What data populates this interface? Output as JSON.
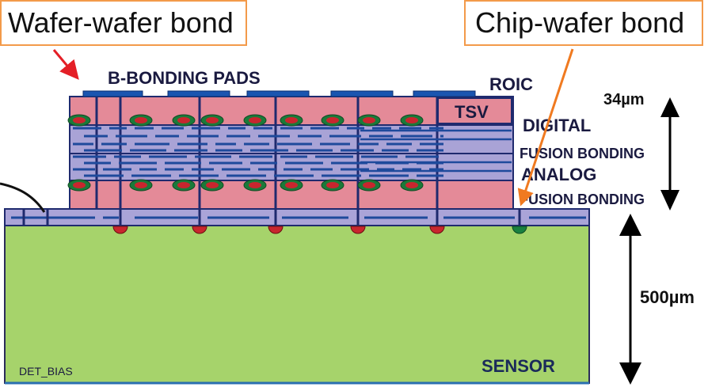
{
  "callouts": {
    "left": "Wafer-wafer bond",
    "right": "Chip-wafer bond"
  },
  "labels": {
    "bonding_pads": "B-BONDING PADS",
    "roic": "ROIC",
    "tsv": "TSV",
    "digital": "DIGITAL",
    "fusion_bonding_top": "FUSION BONDING",
    "analog": "ANALOG",
    "fusion_bonding_bottom": "FUSION BONDING",
    "stack_thickness": "34µm",
    "sensor_thickness": "500µm",
    "sensor": "SENSOR",
    "det_bias": "DET_BIAS"
  },
  "colors": {
    "roic_pink": "#e48a98",
    "interconnect_lavender": "#a9a3d6",
    "sensor_green": "#a6d36b",
    "via_navy": "#1f2a6e",
    "pad_blue": "#1a55b0",
    "arrow_orange": "#f07a20",
    "arrow_red": "#e41f26",
    "bump_red": "#c8262e",
    "bump_green": "#1a8040",
    "callout_border": "#f39a4a"
  }
}
